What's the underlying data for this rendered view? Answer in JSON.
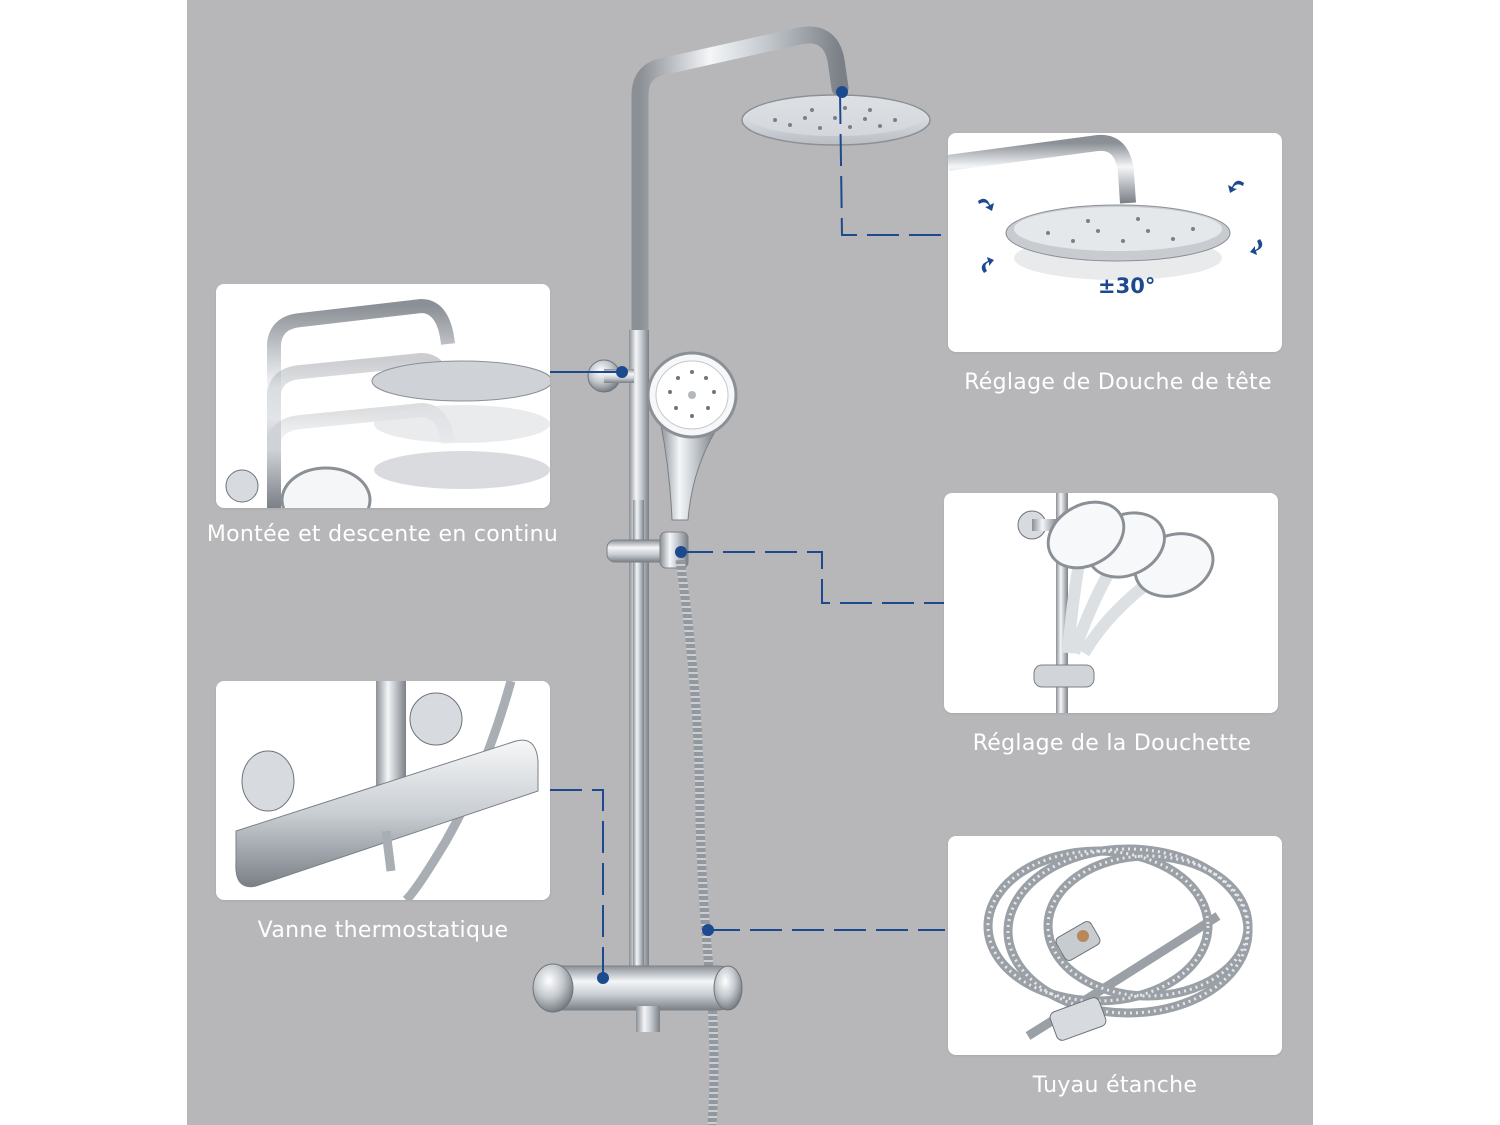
{
  "features": {
    "head_adjust": {
      "caption": "Réglage de Douche de tête",
      "angle": "±30°"
    },
    "height_adjust": {
      "caption": "Montée et descente en continu"
    },
    "handset_adjust": {
      "caption": "Réglage de la Douchette"
    },
    "valve": {
      "caption": "Vanne thermostatique"
    },
    "hose": {
      "caption": "Tuyau étanche"
    }
  },
  "colors": {
    "background": "#b7b7b9",
    "card": "#ffffff",
    "callout_line": "#1d4a8f",
    "caption_text": "#ffffff",
    "chrome_light": "#e9ecef",
    "chrome_dark": "#6f757c"
  }
}
